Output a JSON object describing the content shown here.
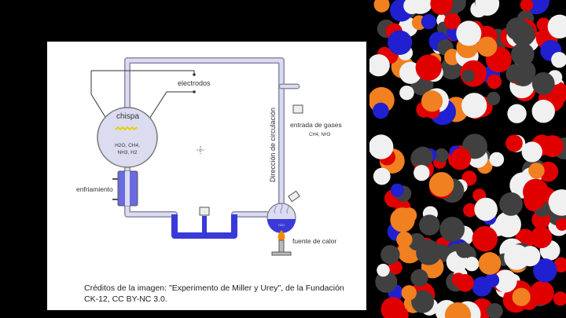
{
  "diagram": {
    "labels": {
      "electrodes": "electrodos",
      "spark": "chispa",
      "gases_in_sphere_line1": "H2O, CH4,",
      "gases_in_sphere_line2": "NH3, H2",
      "cooling": "enfriamiento",
      "circulation": "Dirección de circulación",
      "gas_inlet": "entrada de gases",
      "gas_inlet_formula": "CH4, NH3",
      "flask_content": "H2O",
      "heat_source": "fuente de calor"
    },
    "colors": {
      "pipe": "#dcdcf0",
      "pipe_stroke": "#8a8aa8",
      "water": "#3a3ad8",
      "spark": "#e8d000",
      "flame": "#f08a00"
    }
  },
  "credits": {
    "line1": "Créditos de la imagen: \"Experimento de Miller y Urey\", de la Fundación",
    "line2": "CK-12, CC BY-NC 3.0."
  },
  "side_image": {
    "subject": "dna-molecule-space-filling-model",
    "colors": {
      "oxygen": "#e00000",
      "phosphorus": "#f08020",
      "carbon": "#404040",
      "hydrogen": "#f0f0f0",
      "nitrogen": "#2020d0"
    }
  }
}
